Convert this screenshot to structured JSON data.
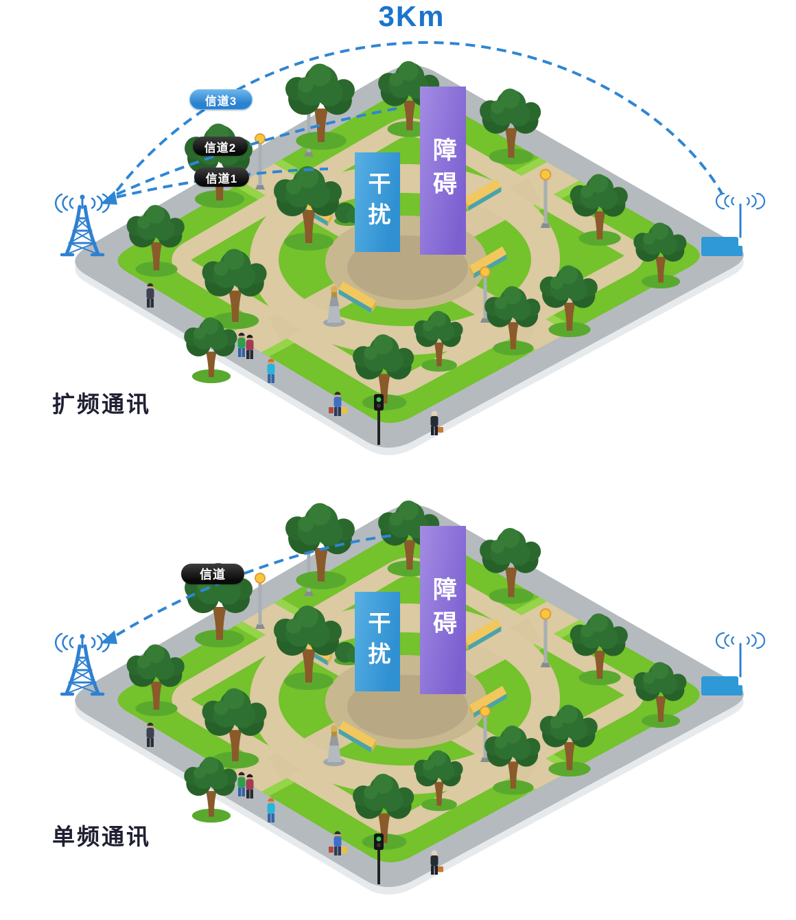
{
  "colors": {
    "background": "#ffffff",
    "signal_blue": "#2e86d3",
    "distance_text": "#1a74cc",
    "channel_pill_blue": "#3b97e0",
    "channel_pill_dark": "#141414",
    "interference_box": "#3b9edc",
    "obstacle_box": "#8a6cd6",
    "grass": "#74c22c",
    "path_tan": "#dbcaa2",
    "sidewalk": "#b5babe"
  },
  "icons": {
    "tower": "radio-tower-icon",
    "receiver": "receiver-antenna-icon",
    "waves": "radio-waves-icon",
    "arrow": "signal-arrowhead-icon"
  },
  "scenes": [
    {
      "id": "spread-spectrum",
      "title": "扩频通讯",
      "distance": "3Km",
      "channels": [
        {
          "label": "信道3",
          "variant": "blue"
        },
        {
          "label": "信道2",
          "variant": "dark"
        },
        {
          "label": "信道1",
          "variant": "dark"
        }
      ],
      "interference": "干扰",
      "obstacle": "障碍"
    },
    {
      "id": "single-frequency",
      "title": "单频通讯",
      "channels": [
        {
          "label": "信道",
          "variant": "dark"
        }
      ],
      "interference": "干扰",
      "obstacle": "障碍"
    }
  ]
}
